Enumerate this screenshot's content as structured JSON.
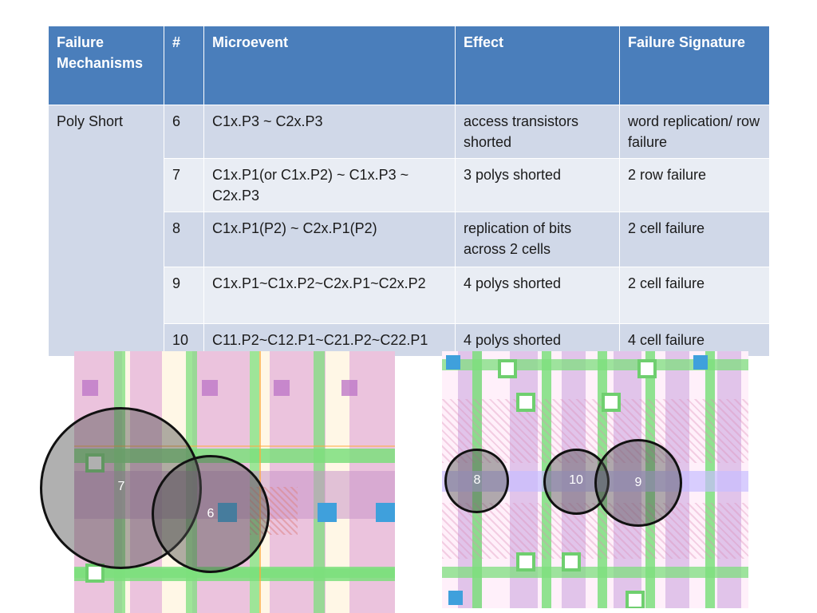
{
  "table": {
    "headers": [
      "Failure Mechanisms",
      "#",
      "Microevent",
      "Effect",
      "Failure Signature"
    ],
    "mechanism": "Poly Short",
    "rows": [
      {
        "num": "6",
        "microevent": "C1x.P3 ~ C2x.P3",
        "effect": "access transistors shorted",
        "signature": "word replication/ row failure"
      },
      {
        "num": "7",
        "microevent": "C1x.P1(or C1x.P2) ~ C1x.P3 ~ C2x.P3",
        "effect": "3 polys shorted",
        "signature": "2 row failure"
      },
      {
        "num": "8",
        "microevent": "C1x.P1(P2) ~ C2x.P1(P2)",
        "effect": "replication of bits across 2 cells",
        "signature": "2 cell failure"
      },
      {
        "num": "9",
        "microevent": "C1x.P1~C1x.P2~C2x.P1~C2x.P2",
        "effect": "4 polys shorted",
        "signature": "2 cell failure"
      },
      {
        "num": "10",
        "microevent": "C11.P2~C12.P1~C21.P2~C22.P1",
        "effect": "4 polys shorted",
        "signature": "4 cell failure"
      }
    ]
  },
  "layout_labels": {
    "left": [
      "7",
      "6"
    ],
    "right": [
      "8",
      "10",
      "9"
    ]
  },
  "colors": {
    "header_bg": "#4a7ebb",
    "row_dark": "#d0d8e8",
    "row_light": "#e9edf4",
    "poly_green": "#7ddf7d",
    "diffusion_pink": "#e0a8d8",
    "contact_blue": "#3fa0dc"
  }
}
